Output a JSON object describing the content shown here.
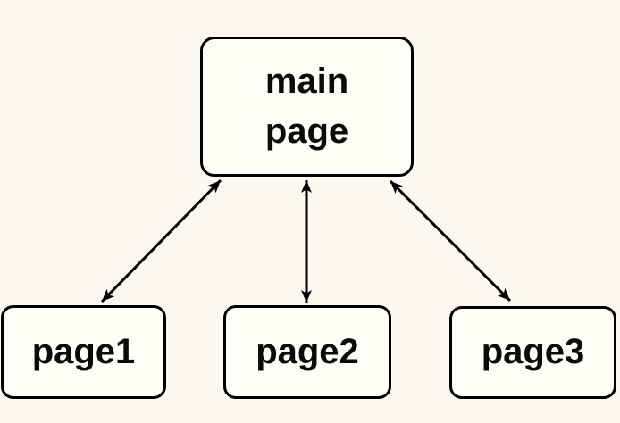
{
  "diagram": {
    "background_color": "#faf8ef",
    "node_fill_color": "#fefdf6",
    "stroke_color": "#000000",
    "text_color": "#0b0b0b",
    "nodes": [
      {
        "id": "main",
        "label": "main\npage"
      },
      {
        "id": "page1",
        "label": "page1"
      },
      {
        "id": "page2",
        "label": "page2"
      },
      {
        "id": "page3",
        "label": "page3"
      }
    ],
    "edges": [
      {
        "from": "main",
        "to": "page1",
        "style": "bidirectional-arrow"
      },
      {
        "from": "main",
        "to": "page2",
        "style": "bidirectional-arrow"
      },
      {
        "from": "main",
        "to": "page3",
        "style": "bidirectional-arrow"
      }
    ]
  }
}
